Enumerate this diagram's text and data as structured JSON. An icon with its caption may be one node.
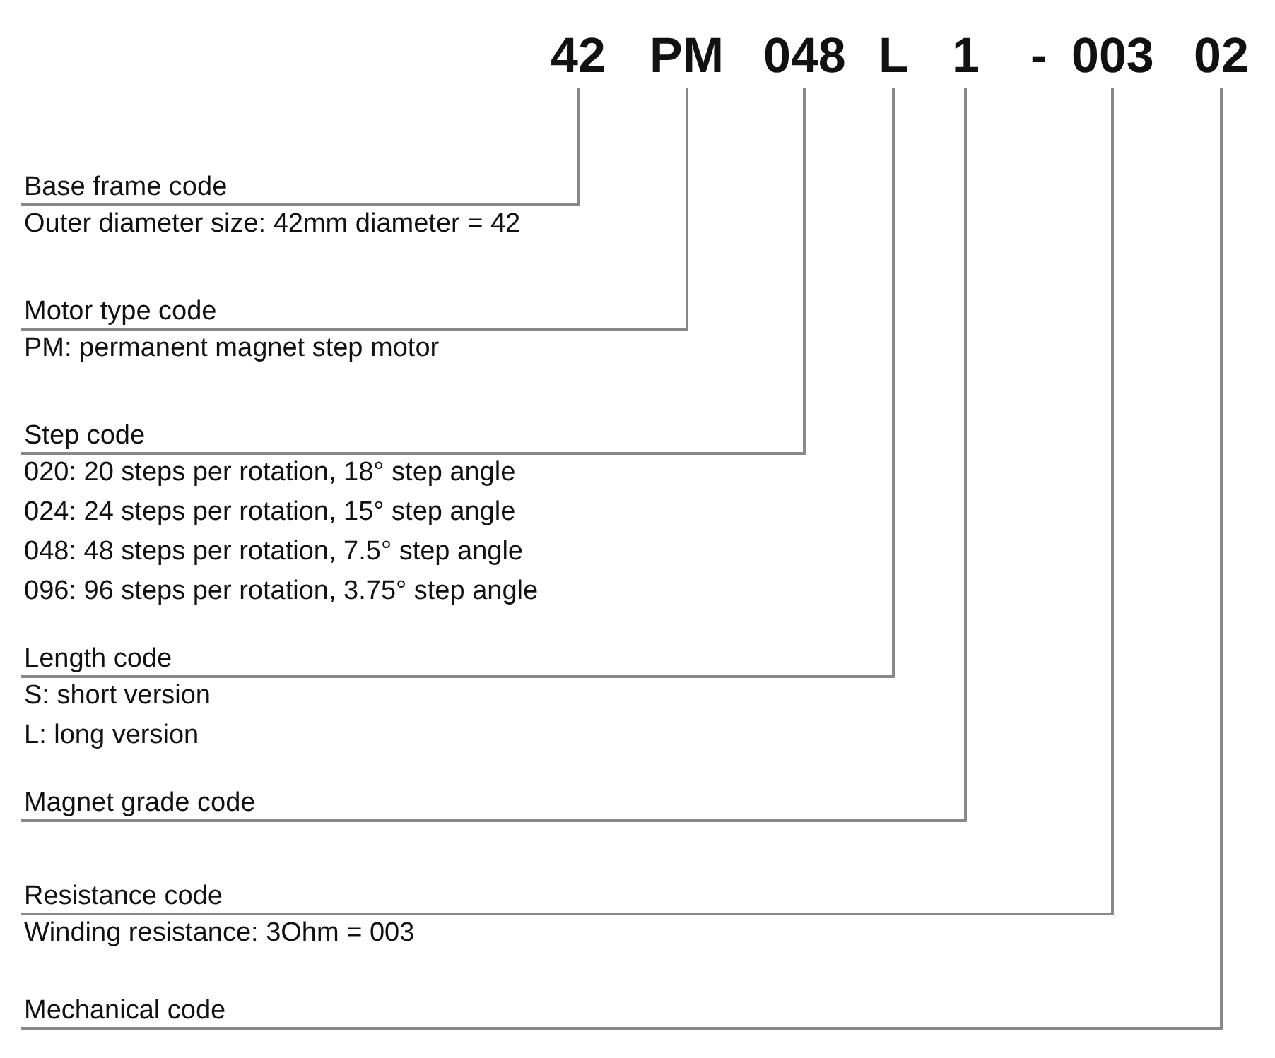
{
  "diagram": {
    "nodes": [
      {
        "text": [
          "42"
        ]
      },
      {
        "text": [
          "PM"
        ]
      },
      {
        "text": [
          "048"
        ]
      },
      {
        "text": [
          "L"
        ]
      },
      {
        "text": [
          "1"
        ]
      },
      {
        "text": [
          "003"
        ]
      },
      {
        "text": [
          "02"
        ]
      },
      {
        "text": [
          "Base frame code",
          "Outer diameter size: 42mm diameter = 42"
        ]
      },
      {
        "text": [
          "Motor type code",
          "PM: permanent magnet step motor"
        ]
      },
      {
        "text": [
          "Step code",
          "020: 20 steps per rotation, 18° step angle",
          "024: 24 steps per rotation, 15° step angle",
          "048: 48 steps per rotation, 7.5° step angle",
          "096: 96 steps per rotation, 3.75° step angle"
        ]
      },
      {
        "text": [
          "Length code",
          "S: short version",
          "L: long version"
        ]
      },
      {
        "text": [
          "Magnet grade code"
        ]
      },
      {
        "text": [
          "Resistance code",
          "Winding resistance: 3Ohm = 003"
        ]
      },
      {
        "text": [
          "Mechanical code"
        ]
      }
    ],
    "edges": [
      {
        "from": 0,
        "to": 7,
        "arrow": "none"
      },
      {
        "from": 1,
        "to": 8,
        "arrow": "none"
      },
      {
        "from": 2,
        "to": 9,
        "arrow": "none"
      },
      {
        "from": 3,
        "to": 10,
        "arrow": "none"
      },
      {
        "from": 4,
        "to": 11,
        "arrow": "none"
      },
      {
        "from": 5,
        "to": 12,
        "arrow": "none"
      },
      {
        "from": 6,
        "to": 13,
        "arrow": "none"
      }
    ],
    "labels": [
      "-"
    ]
  }
}
